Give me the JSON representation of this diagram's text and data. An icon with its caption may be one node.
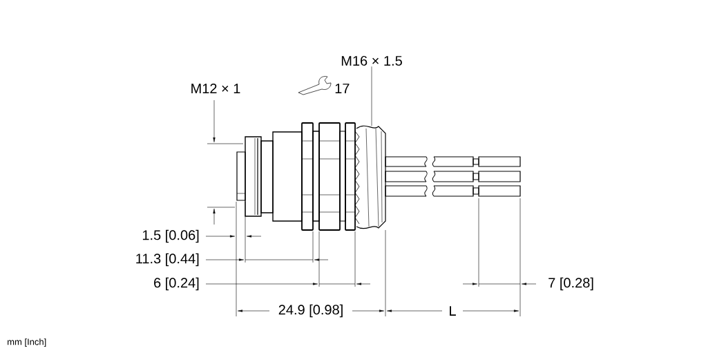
{
  "diagram": {
    "nodes": [
      {
        "text": [
          "M16 × 1.5"
        ]
      },
      {
        "text": [],
        "shape": "picture"
      }
    ],
    "edges": [
      {
        "from": 0,
        "to": 1,
        "arrow": "none"
      }
    ],
    "labels": [
      "M12 × 1",
      "17",
      "1.5 [0.06]",
      "11.3 [0.44]",
      "6 [0.24]",
      "24.9 [0.98]",
      "L",
      "7 [0.28]",
      "mm [Inch]"
    ]
  }
}
